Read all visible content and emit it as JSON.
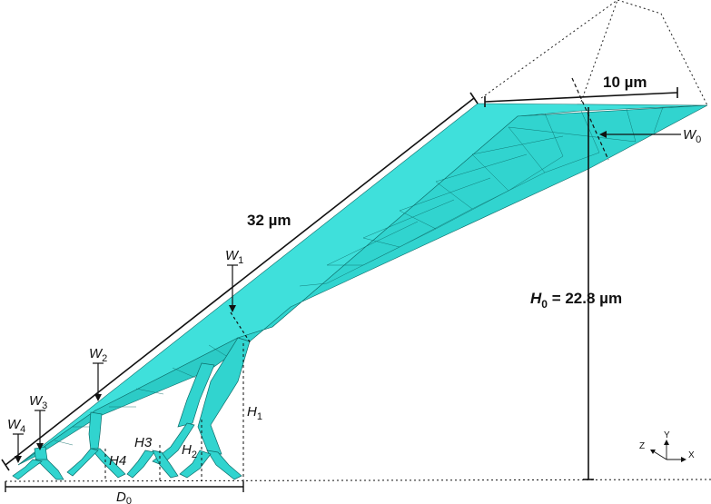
{
  "colors": {
    "mesh_fill": "#31d4cf",
    "mesh_fill_dark": "#22b7b2",
    "mesh_edge": "#0c6b68",
    "annotation": "#111111"
  },
  "labels": {
    "length": "32 µm",
    "width_top": "10 µm",
    "height_total_symbol": "H",
    "height_total_sub": "0",
    "height_total_value": " = 22.8 µm",
    "w0": "W",
    "w0_sub": "0",
    "w1": "W",
    "w1_sub": "1",
    "w2": "W",
    "w2_sub": "2",
    "w3": "W",
    "w3_sub": "3",
    "w4": "W",
    "w4_sub": "4",
    "h1": "H",
    "h1_sub": "1",
    "h2": "H",
    "h2_sub": "2",
    "h3": "H3",
    "h4": "H4",
    "d0": "D",
    "d0_sub": "0"
  },
  "axes_triad": {
    "x": "X",
    "y": "Y",
    "z": "Z"
  }
}
